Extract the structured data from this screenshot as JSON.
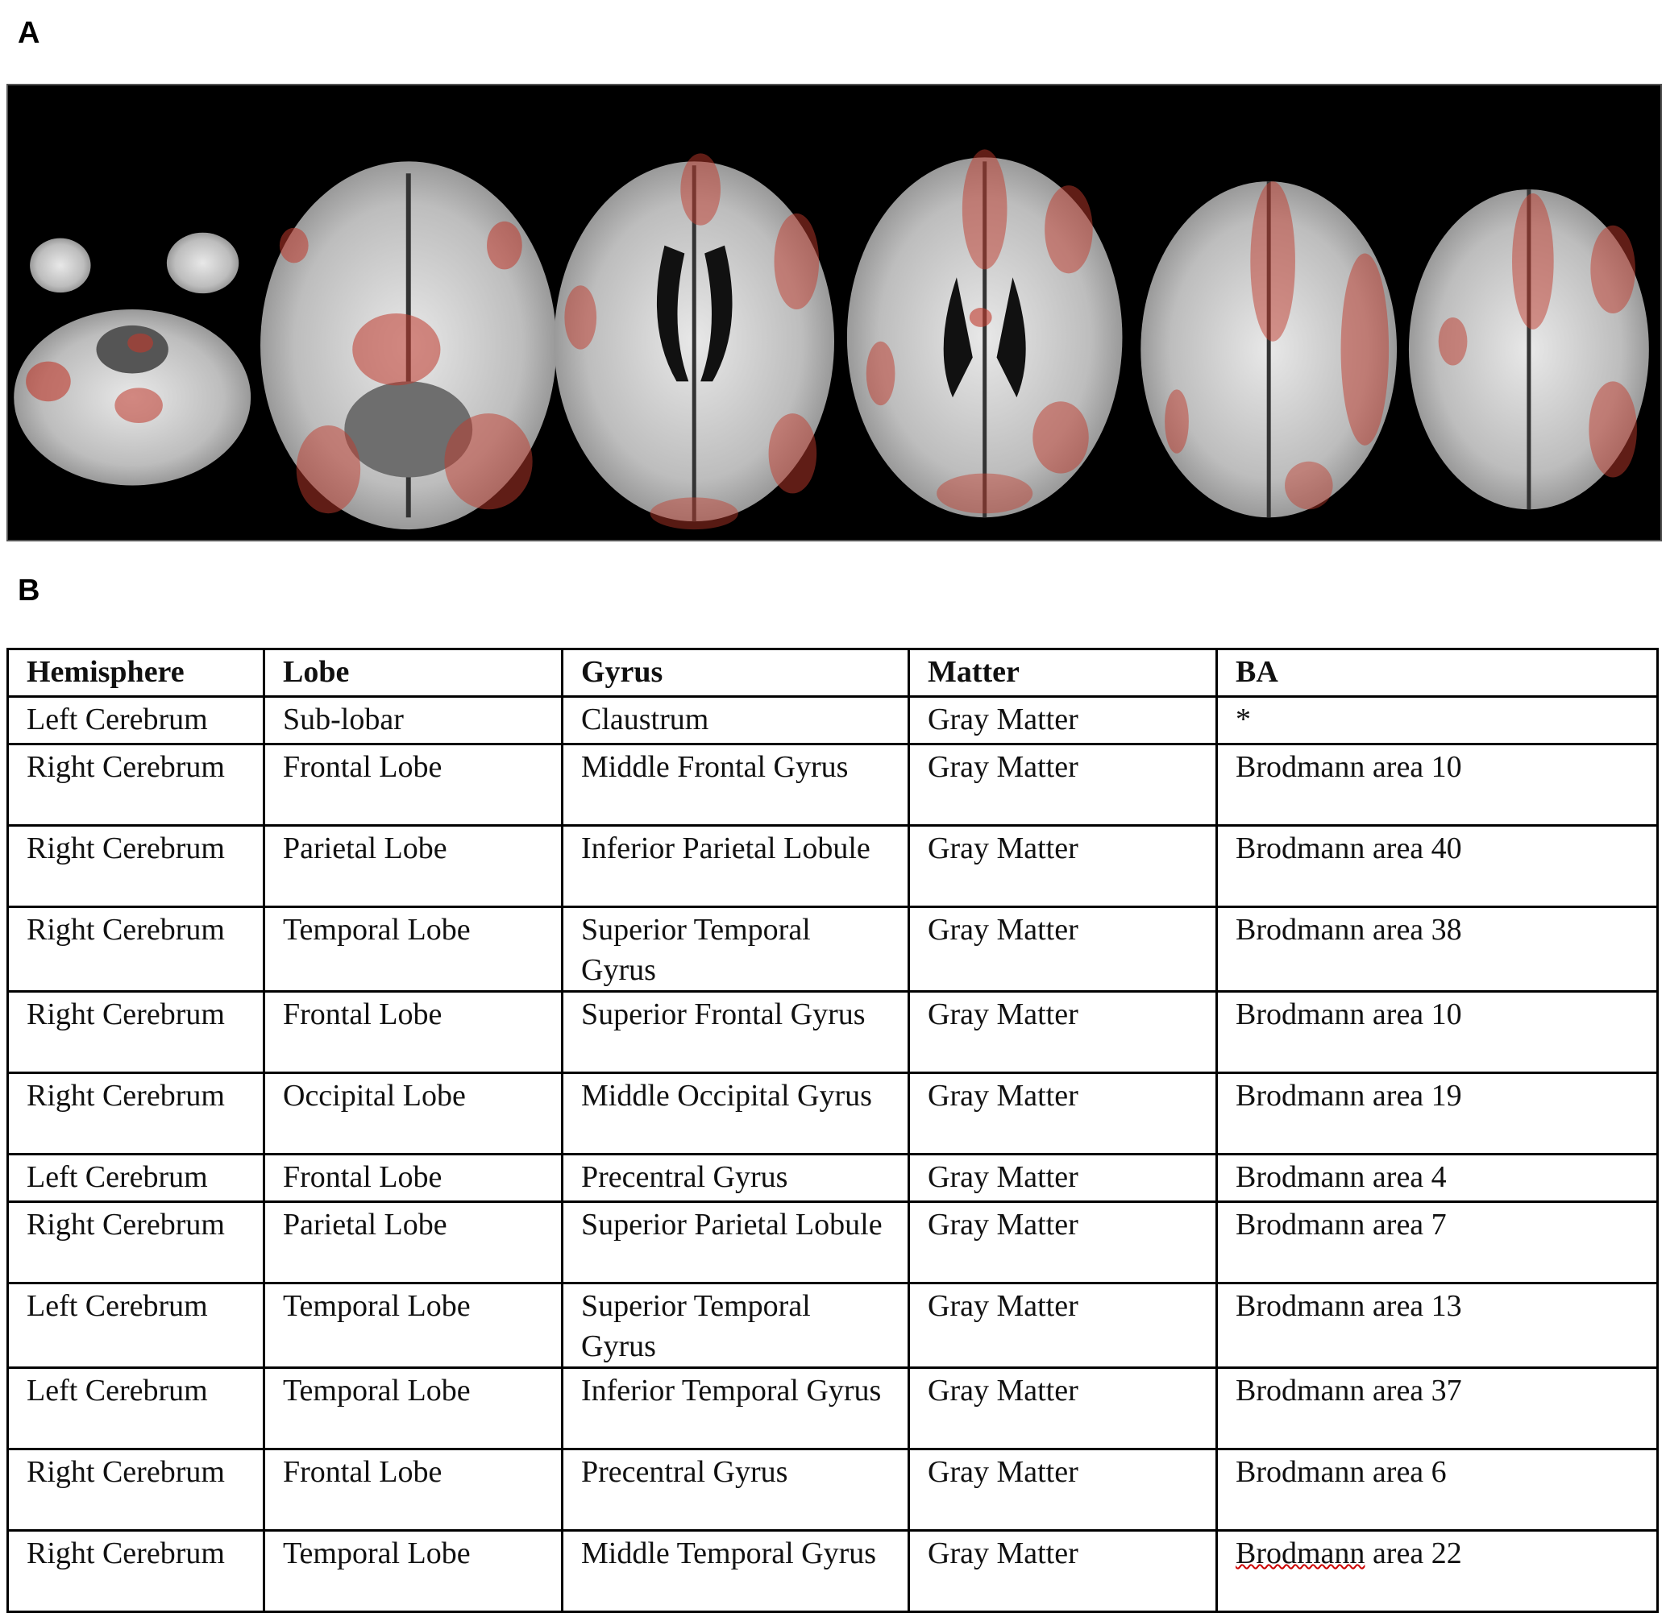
{
  "panel_a": {
    "label": "A"
  },
  "panel_b": {
    "label": "B"
  },
  "colors": {
    "activation": "#c0392b",
    "background": "#000000"
  },
  "table": {
    "headers": [
      "Hemisphere",
      "Lobe",
      "Gyrus",
      "Matter",
      "BA"
    ],
    "rows": [
      [
        "Left Cerebrum",
        "Sub-lobar",
        "Claustrum",
        "Gray Matter",
        "*"
      ],
      [
        "Right Cerebrum",
        "Frontal Lobe",
        "Middle Frontal Gyrus",
        "Gray Matter",
        "Brodmann area 10"
      ],
      [
        "Right Cerebrum",
        "Parietal Lobe",
        "Inferior Parietal Lobule",
        "Gray Matter",
        "Brodmann area 40"
      ],
      [
        "Right Cerebrum",
        "Temporal Lobe",
        "Superior Temporal Gyrus",
        "Gray Matter",
        "Brodmann area 38"
      ],
      [
        "Right Cerebrum",
        "Frontal Lobe",
        "Superior Frontal Gyrus",
        "Gray Matter",
        "Brodmann area 10"
      ],
      [
        "Right Cerebrum",
        "Occipital Lobe",
        "Middle Occipital Gyrus",
        "Gray Matter",
        "Brodmann area 19"
      ],
      [
        "Left Cerebrum",
        "Frontal Lobe",
        "Precentral Gyrus",
        "Gray Matter",
        "Brodmann area 4"
      ],
      [
        "Right Cerebrum",
        "Parietal Lobe",
        "Superior Parietal Lobule",
        "Gray Matter",
        "Brodmann area 7"
      ],
      [
        "Left Cerebrum",
        "Temporal Lobe",
        "Superior Temporal Gyrus",
        "Gray Matter",
        "Brodmann area 13"
      ],
      [
        "Left Cerebrum",
        "Temporal Lobe",
        "Inferior Temporal Gyrus",
        "Gray Matter",
        "Brodmann area 37"
      ],
      [
        "Right Cerebrum",
        "Frontal Lobe",
        "Precentral Gyrus",
        "Gray Matter",
        "Brodmann area 6"
      ],
      [
        "Right Cerebrum",
        "Temporal Lobe",
        "Middle Temporal Gyrus",
        "Gray Matter",
        "Brodmann area 22"
      ]
    ]
  }
}
